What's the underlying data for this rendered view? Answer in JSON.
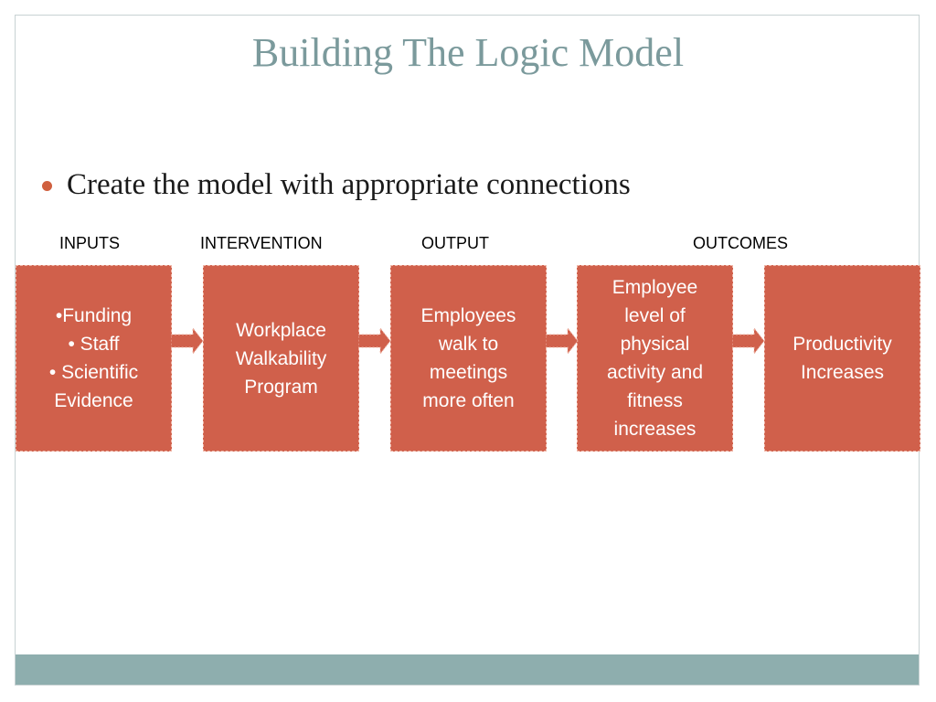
{
  "slide": {
    "title": "Building The Logic Model",
    "bullet": "Create the model with appropriate connections"
  },
  "stages": {
    "inputs": "INPUTS",
    "intervention": "INTERVENTION",
    "output": "OUTPUT",
    "outcomes": "OUTCOMES"
  },
  "boxes": [
    {
      "lines": [
        "•Funding",
        "• Staff",
        "• Scientific",
        "Evidence"
      ]
    },
    {
      "lines": [
        "Workplace",
        "Walkability",
        "Program"
      ]
    },
    {
      "lines": [
        "Employees",
        "walk to",
        "meetings",
        "more often"
      ]
    },
    {
      "lines": [
        "Employee",
        "level of",
        "physical",
        "activity and",
        "fitness",
        "increases"
      ]
    },
    {
      "lines": [
        "Productivity",
        "Increases"
      ]
    }
  ],
  "colors": {
    "box_fill": "#d0604b",
    "title": "#7b9a9c",
    "footer": "#8eaeae",
    "bullet": "#d0603f"
  },
  "icons": {
    "connector": "right-arrow-icon"
  }
}
